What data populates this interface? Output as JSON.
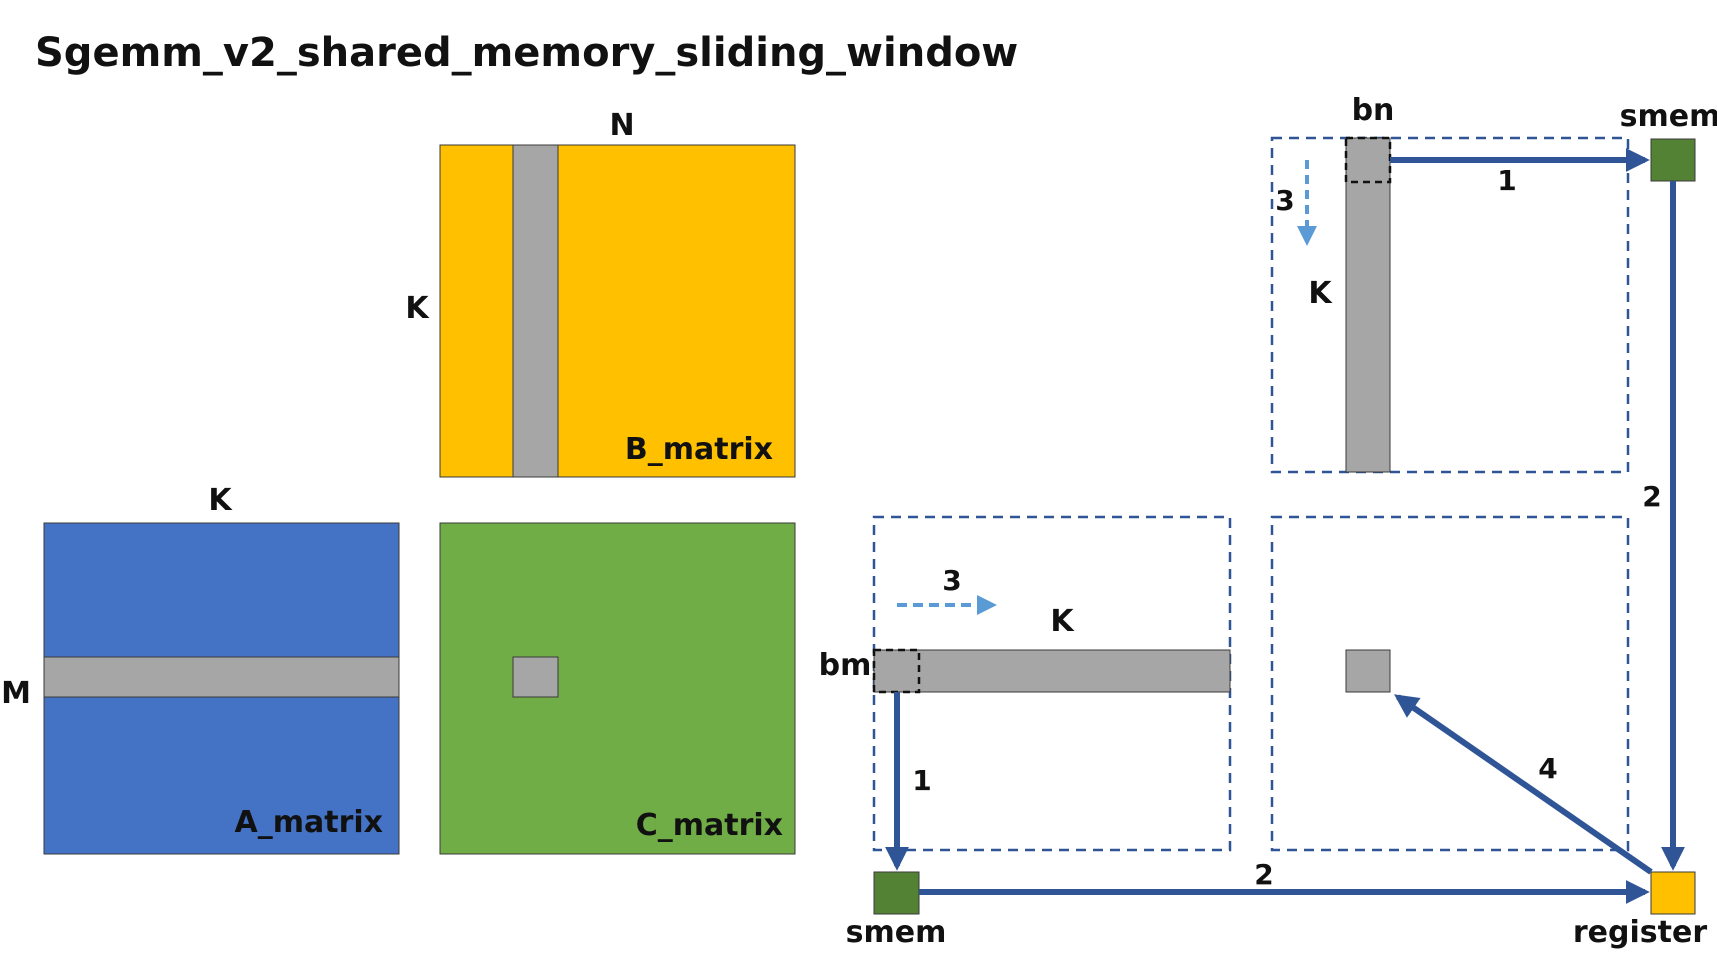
{
  "title": "Sgemm_v2_shared_memory_sliding_window",
  "colors": {
    "matrix_a": "#4472c4",
    "matrix_b": "#ffc000",
    "matrix_c": "#70ad47",
    "smem": "#548235",
    "register": "#ffc000",
    "tile": "#a6a6a6",
    "arrow": "#2f5597",
    "slide_arrow": "#5b9bd5",
    "dashed_box": "#2f5597"
  },
  "matrices": {
    "b": {
      "label": "B_matrix",
      "dim_top": "N",
      "dim_side": "K"
    },
    "a": {
      "label": "A_matrix",
      "dim_top": "K",
      "dim_side": "M"
    },
    "c": {
      "label": "C_matrix"
    }
  },
  "tiles": {
    "b_block": {
      "dim_top": "bn",
      "dim_side": "K",
      "slide_step": "3"
    },
    "a_block": {
      "dim_side": "bm",
      "dim_top": "K",
      "slide_step": "3"
    }
  },
  "memory": {
    "smem_top": "smem",
    "smem_bottom": "smem",
    "register": "register"
  },
  "steps": {
    "b_to_smem": "1",
    "smem_to_register_right": "2",
    "a_to_smem": "1",
    "smem_to_register_bottom": "2",
    "register_to_c": "4"
  }
}
